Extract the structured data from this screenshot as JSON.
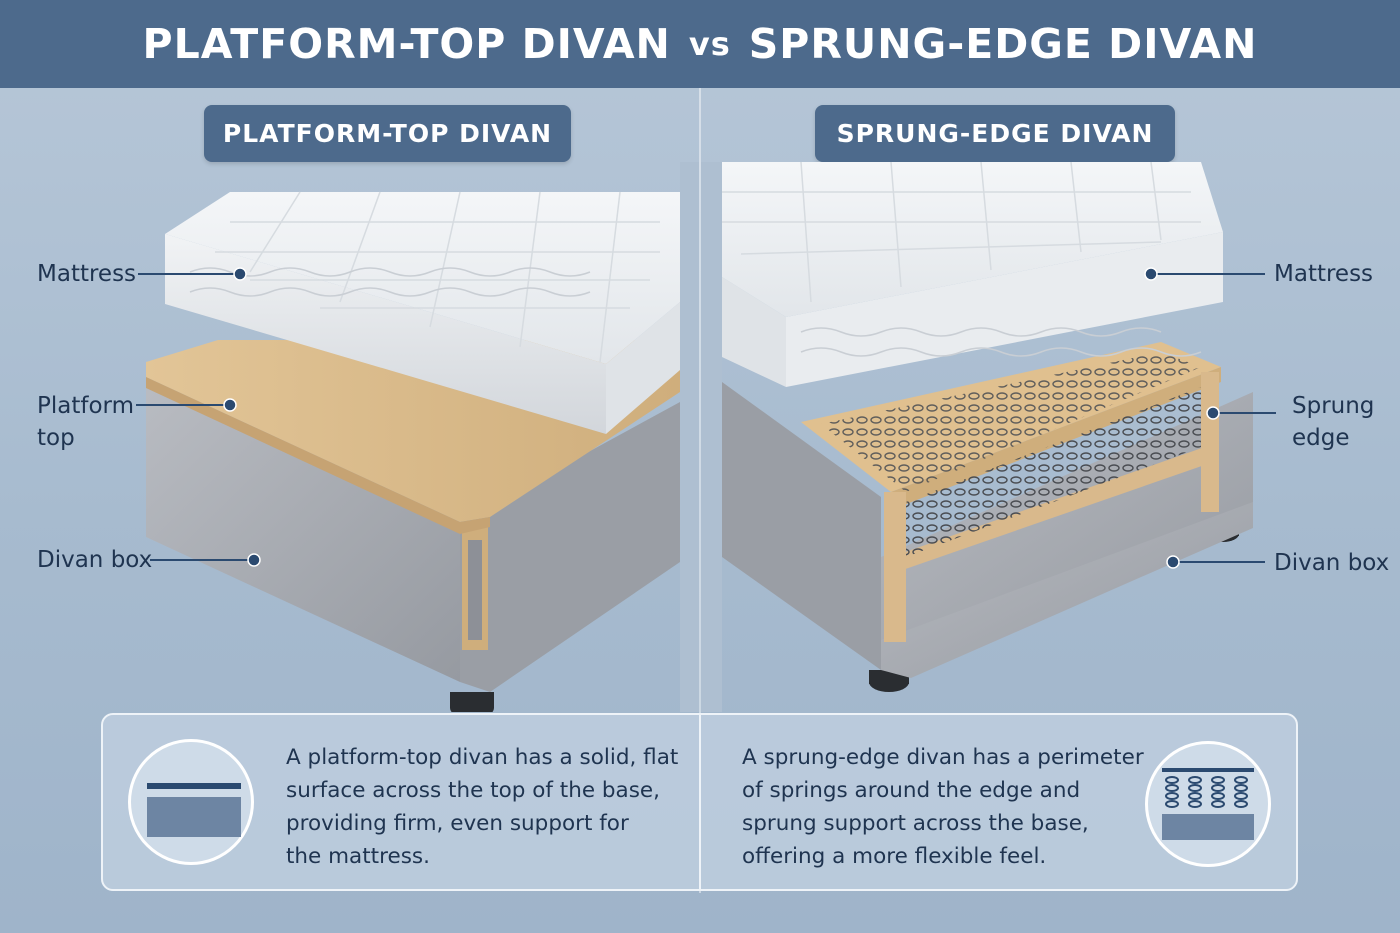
{
  "title": {
    "left": "PLATFORM-TOP DIVAN",
    "vs": "vs",
    "right": "SPRUNG-EDGE DIVAN"
  },
  "left_panel": {
    "label": "PLATFORM-TOP DIVAN",
    "callouts": {
      "mattress": "Mattress",
      "platform_line1": "Platform",
      "platform_line2": "top",
      "divan_box": "Divan box"
    },
    "description": [
      "A platform-top divan has a solid, flat",
      "surface across the top of the base,",
      "providing firm, even support for",
      "the mattress."
    ],
    "icon": "platform-top-icon"
  },
  "right_panel": {
    "label": "SPRUNG-EDGE DIVAN",
    "callouts": {
      "mattress": "Mattress",
      "sprung_line1": "Sprung",
      "sprung_line2": "edge",
      "divan_box": "Divan box"
    },
    "description": [
      "A sprung-edge divan has a perimeter",
      "of springs around the edge and",
      "sprung support across the base,",
      "offering a more flexible feel."
    ],
    "icon": "sprung-edge-icon"
  },
  "colors": {
    "header": "#4d6a8c",
    "text": "#1f3450",
    "fabric": "#a9acb2",
    "wood": "#d9b98c"
  }
}
